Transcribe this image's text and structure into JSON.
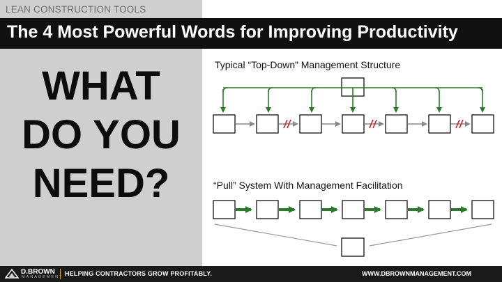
{
  "header": {
    "section_label": "LEAN CONSTRUCTION TOOLS",
    "title": "The 4 Most Powerful Words for Improving Productivity"
  },
  "left_panel": {
    "lines": [
      "WHAT",
      "DO YOU",
      "NEED?"
    ]
  },
  "diagram": {
    "top_caption": "Typical “Top-Down” Management Structure",
    "bottom_caption": "“Pull” System With Management Facilitation",
    "colors": {
      "push_arrow": "#2a7a2a",
      "gray_arrow": "#888888",
      "break_mark": "#cc2222",
      "box_stroke": "#111111"
    }
  },
  "footer": {
    "logo_name": "D.BROWN",
    "logo_sub": "MANAGEMENT",
    "tagline": "HELPING CONTRACTORS GROW PROFITABLY.",
    "website": "WWW.DBROWNMANAGEMENT.COM"
  }
}
